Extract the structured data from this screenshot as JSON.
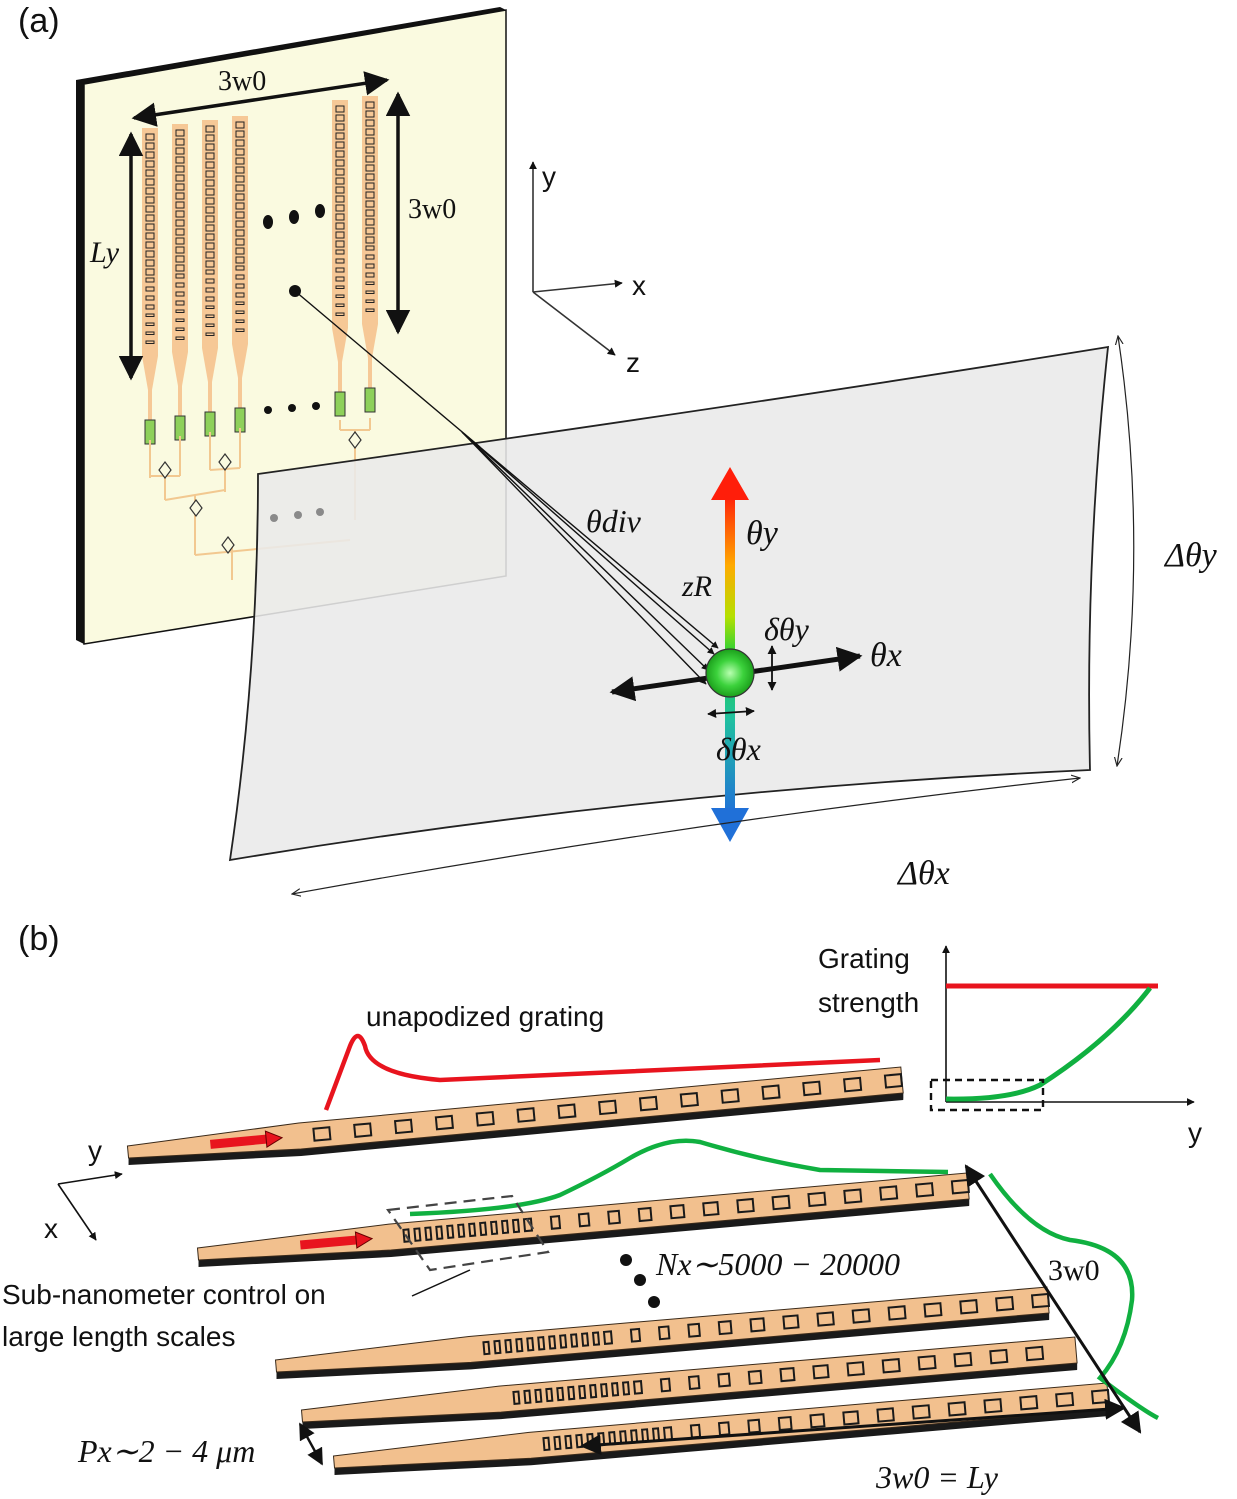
{
  "panel_a": {
    "label": "(a)",
    "chip_width_label": "3w0",
    "chip_height_label": "3w0",
    "ly_label": "Ly",
    "axis_y": "y",
    "axis_x": "x",
    "axis_z": "z",
    "theta_div": "θdiv",
    "z_r": "zR",
    "theta_y": "θy",
    "theta_x": "θx",
    "delta_theta_y_small": "δθy",
    "delta_theta_x_small": "δθx",
    "delta_theta_y_big": "Δθy",
    "delta_theta_x_big": "Δθx",
    "colors": {
      "chip_face": "#fafae0",
      "chip_edge": "#111111",
      "waveguide": "#f6c896",
      "phase_shifter": "#8ed05a",
      "screen": "#ececec",
      "beam_spot": "#3cd23c"
    }
  },
  "panel_b": {
    "label": "(b)",
    "unapodized_label": "unapodized grating",
    "grating_strength_label_1": "Grating",
    "grating_strength_label_2": "strength",
    "inset_axis_y": "y",
    "axis_y": "y",
    "axis_x": "x",
    "nx_label": "Nx∼5000 − 20000",
    "subnm_label_1": "Sub-nanometer control on",
    "subnm_label_2": "large length scales",
    "width_label": "3w0",
    "bottom_label": "3w0 = Ly",
    "px_label": "Px∼2 − 4 μm",
    "colors": {
      "red_profile": "#e8141e",
      "green_profile": "#10b040",
      "waveguide_top": "#f2c08e",
      "waveguide_side": "#1a1a1a"
    }
  }
}
